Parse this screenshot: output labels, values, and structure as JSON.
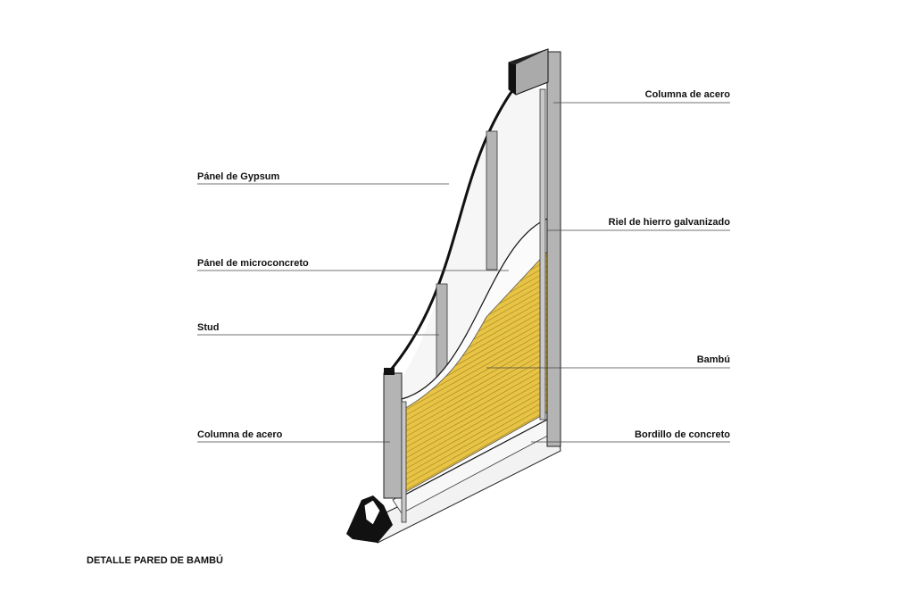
{
  "title": "DETALLE PARED DE BAMBÚ",
  "labels_left": [
    {
      "text": "Pánel de Gypsum"
    },
    {
      "text": "Pánel de microconcreto"
    },
    {
      "text": "Stud"
    },
    {
      "text": "Columna de acero"
    }
  ],
  "labels_right": [
    {
      "text": "Columna de acero"
    },
    {
      "text": "Riel de hierro galvanizado"
    },
    {
      "text": "Bambú"
    },
    {
      "text": "Bordillo de concreto"
    }
  ],
  "colors": {
    "bamboo": "#e8c445",
    "steel": "#b4b4b4",
    "panel": "#f6f6f6"
  }
}
